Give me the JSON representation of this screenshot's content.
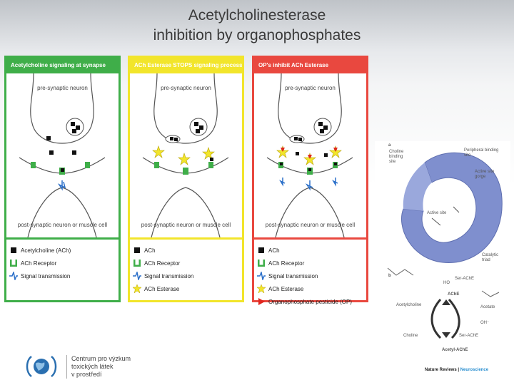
{
  "title": {
    "line1": "Acetylcholinesterase",
    "line2": "inhibition by organophosphates"
  },
  "panels": [
    {
      "header": "Acetylcholine signaling at synapse",
      "color": "#3fae49",
      "pre": "pre-synaptic neuron",
      "post": "post-synaptic neuron or muscle cell",
      "legend": [
        "Acetylcholine (ACh)",
        "ACh Receptor",
        "Signal transmission"
      ]
    },
    {
      "header": "ACh Esterase STOPS signaling process",
      "color": "#f2e52b",
      "pre": "pre-synaptic neuron",
      "post": "post-synaptic neuron or muscle cell",
      "legend": [
        "ACh",
        "ACh Receptor",
        "Signal transmission",
        "ACh Esterase"
      ]
    },
    {
      "header": "OP's inhibit ACh Esterase",
      "color": "#e9483f",
      "pre": "pre-synaptic neuron",
      "post": "post-synaptic neuron or muscle cell",
      "legend": [
        "ACh",
        "ACh Receptor",
        "Signal transmission",
        "ACh Esterase",
        "Organophosphate pesticide (OP)"
      ]
    }
  ],
  "figure": {
    "panel_a": "a",
    "panel_b": "b",
    "labels_a": [
      "Choline binding site",
      "Peripheral binding site",
      "Active site gorge",
      "Active site",
      "Catalytic triad"
    ],
    "labels_b": [
      "Ser-AChE",
      "AChE",
      "Acetylcholine",
      "Acetate",
      "Choline",
      "Acetyl-AChE",
      "OH⁻",
      "HO"
    ],
    "credit_journal": "Nature Reviews",
    "credit_section": "Neuroscience"
  },
  "logo": {
    "line1": "Centrum pro výzkum",
    "line2": "toxických látek",
    "line3": "v prostředí"
  },
  "colors": {
    "green": "#3fae49",
    "yellow": "#f2e52b",
    "red": "#e9483f",
    "enzyme": "#7f8fce"
  }
}
